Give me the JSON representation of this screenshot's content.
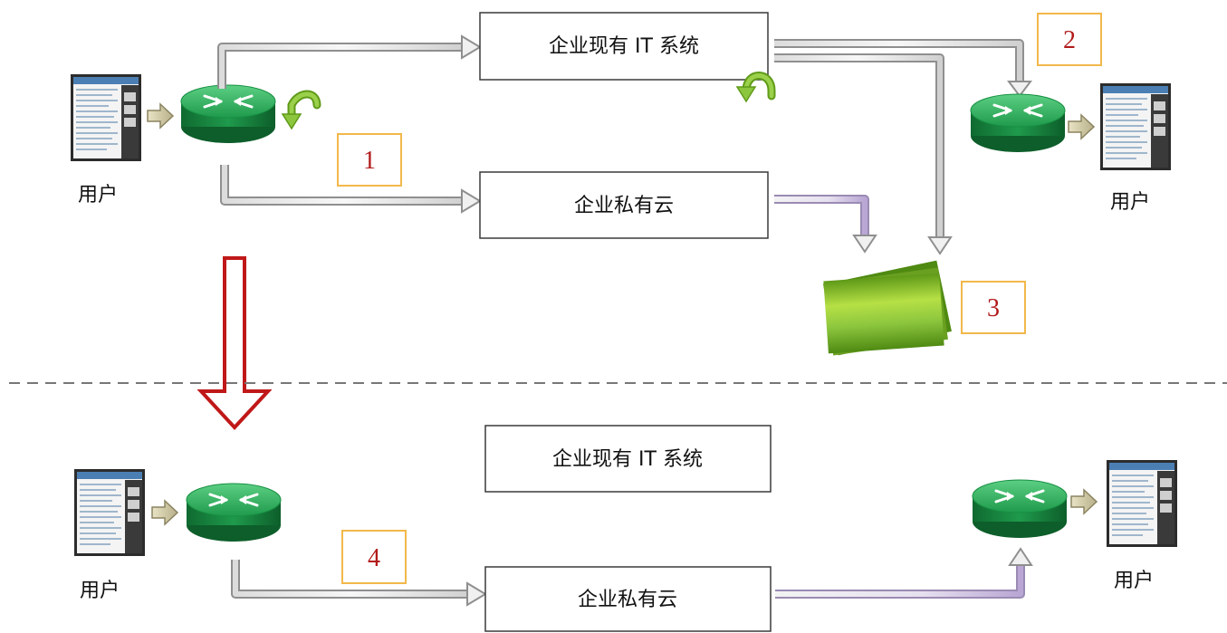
{
  "top": {
    "user_left_label": "用户",
    "user_right_label": "用户",
    "box_it_label": "企业现有 IT 系统",
    "box_cloud_label": "企业私有云",
    "badge_1": "1",
    "badge_2": "2",
    "badge_3": "3"
  },
  "bottom": {
    "user_left_label": "用户",
    "user_right_label": "用户",
    "box_it_label": "企业现有 IT 系统",
    "box_cloud_label": "企业私有云",
    "badge_4": "4"
  },
  "icons": {
    "router": "router-icon",
    "monitor": "webpage-screen-icon",
    "u-turn": "u-turn-arrow-icon",
    "data-stack": "data-stack-icon",
    "transition": "down-arrow-icon"
  },
  "colors": {
    "router_green": "#1f9a4c",
    "router_top": "#2fb25c",
    "arrow_gray": "#9a9a9a",
    "arrow_fill": "#ececec",
    "arrow_purple": "#a58fc2",
    "u_turn_green": "#8cc63e",
    "stack_green": "#7dbb2c",
    "badge_border": "#f2b84b",
    "badge_text": "#b21a1a",
    "big_arrow_red": "#c01818",
    "divider": "#777777"
  }
}
